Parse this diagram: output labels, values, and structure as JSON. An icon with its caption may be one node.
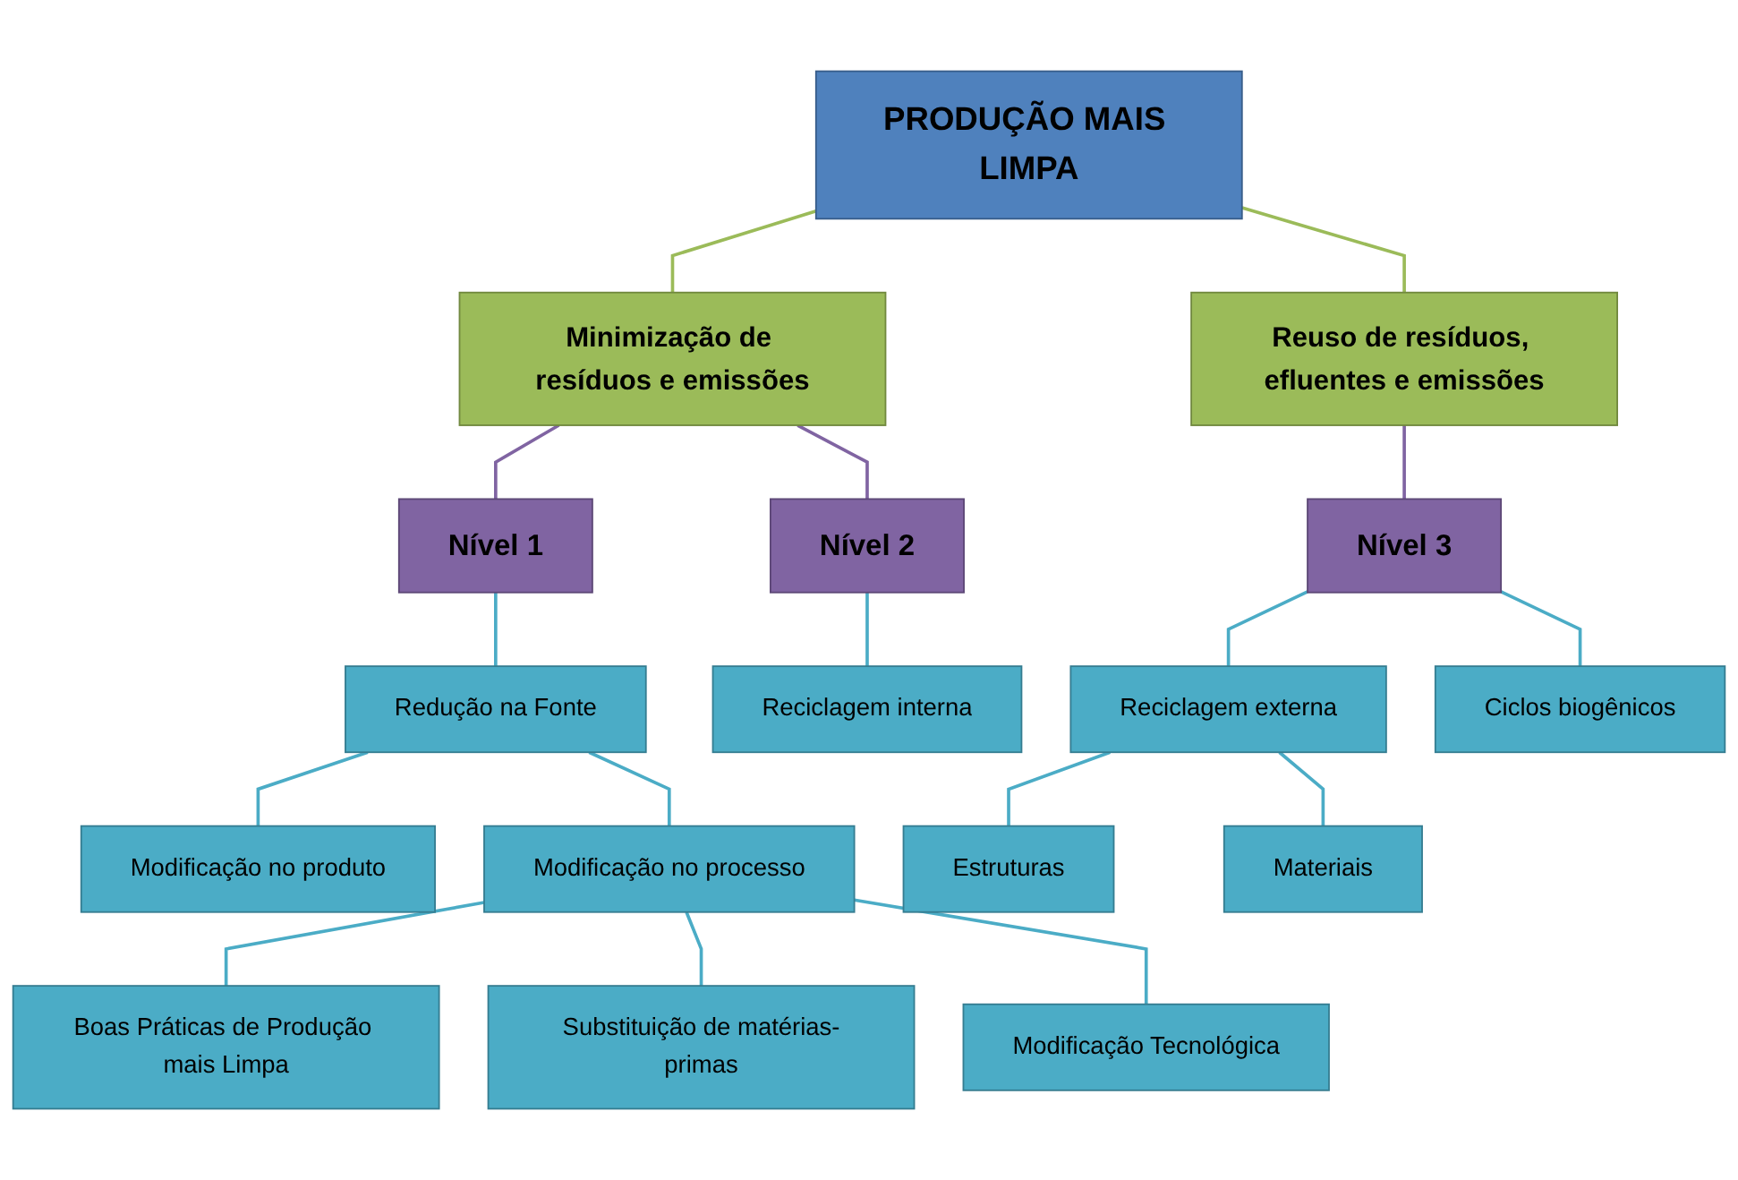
{
  "diagram": {
    "nodes": [
      {
        "text": [
          "PRODUÇÃO MAIS LIMPA"
        ]
      },
      {
        "text": [
          "Minimização de resíduos e emissões"
        ]
      },
      {
        "text": [
          "Reuso de resíduos, efluentes e emissões"
        ]
      },
      {
        "text": [
          "Nível 1"
        ]
      },
      {
        "text": [
          "Nível 2"
        ]
      },
      {
        "text": [
          "Nível 3"
        ]
      },
      {
        "text": [
          "Redução na Fonte"
        ]
      },
      {
        "text": [
          "Reciclagem interna"
        ]
      },
      {
        "text": [
          "Reciclagem externa"
        ]
      },
      {
        "text": [
          "Ciclos biogênicos"
        ]
      },
      {
        "text": [
          "Modificação no produto"
        ]
      },
      {
        "text": [
          "Modificação no processo"
        ]
      },
      {
        "text": [
          "Estruturas"
        ]
      },
      {
        "text": [
          "Materiais"
        ]
      },
      {
        "text": [
          "Boas Práticas de Produção mais Limpa"
        ]
      },
      {
        "text": [
          "Substituição de matérias-primas"
        ]
      },
      {
        "text": [
          "Modificação Tecnológica"
        ]
      }
    ],
    "edges": [
      {
        "from": 0,
        "to": 1,
        "arrow": "none",
        "color": "#9bbb59"
      },
      {
        "from": 0,
        "to": 2,
        "arrow": "none",
        "color": "#9bbb59"
      },
      {
        "from": 1,
        "to": 3,
        "arrow": "none",
        "color": "#8064a2"
      },
      {
        "from": 1,
        "to": 4,
        "arrow": "none",
        "color": "#8064a2"
      },
      {
        "from": 2,
        "to": 5,
        "arrow": "none",
        "color": "#8064a2"
      },
      {
        "from": 3,
        "to": 6,
        "arrow": "none"
      },
      {
        "from": 4,
        "to": 7,
        "arrow": "none"
      },
      {
        "from": 5,
        "to": 8,
        "arrow": "none"
      },
      {
        "from": 5,
        "to": 9,
        "arrow": "none"
      },
      {
        "from": 6,
        "to": 10,
        "arrow": "none"
      },
      {
        "from": 6,
        "to": 11,
        "arrow": "none"
      },
      {
        "from": 8,
        "to": 12,
        "arrow": "none"
      },
      {
        "from": 8,
        "to": 13,
        "arrow": "none"
      },
      {
        "from": 11,
        "to": 14,
        "arrow": "none"
      },
      {
        "from": 11,
        "to": 15,
        "arrow": "none"
      },
      {
        "from": 11,
        "to": 16,
        "arrow": "none"
      }
    ]
  }
}
